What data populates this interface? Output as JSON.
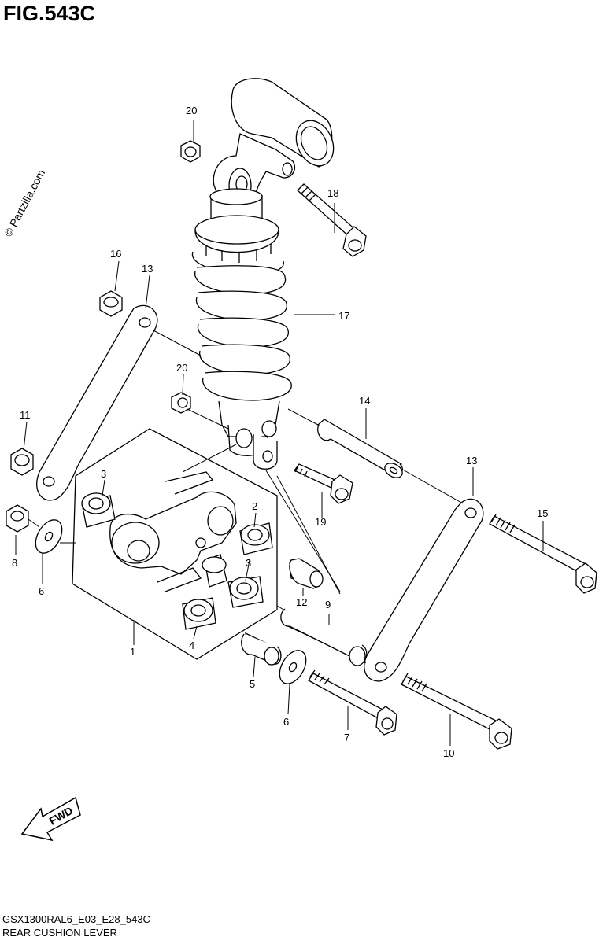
{
  "figure": {
    "title": "FIG.543C",
    "watermark": "© Partzilla.com",
    "model_code": "GSX1300RAL6_E03_E28_543C",
    "caption": "REAR CUSHION LEVER",
    "fwd_label": "FWD"
  },
  "callouts": [
    {
      "id": "c20a",
      "label": "20"
    },
    {
      "id": "c18",
      "label": "18"
    },
    {
      "id": "c16",
      "label": "16"
    },
    {
      "id": "c13a",
      "label": "13"
    },
    {
      "id": "c17",
      "label": "17"
    },
    {
      "id": "c20b",
      "label": "20"
    },
    {
      "id": "c11",
      "label": "11"
    },
    {
      "id": "c14",
      "label": "14"
    },
    {
      "id": "c3a",
      "label": "3"
    },
    {
      "id": "c2",
      "label": "2"
    },
    {
      "id": "c13b",
      "label": "13"
    },
    {
      "id": "c15",
      "label": "15"
    },
    {
      "id": "c19",
      "label": "19"
    },
    {
      "id": "c8",
      "label": "8"
    },
    {
      "id": "c6a",
      "label": "6"
    },
    {
      "id": "c3b",
      "label": "3"
    },
    {
      "id": "c12",
      "label": "12"
    },
    {
      "id": "c9",
      "label": "9"
    },
    {
      "id": "c1",
      "label": "1"
    },
    {
      "id": "c4",
      "label": "4"
    },
    {
      "id": "c5",
      "label": "5"
    },
    {
      "id": "c6b",
      "label": "6"
    },
    {
      "id": "c7",
      "label": "7"
    },
    {
      "id": "c10",
      "label": "10"
    }
  ]
}
